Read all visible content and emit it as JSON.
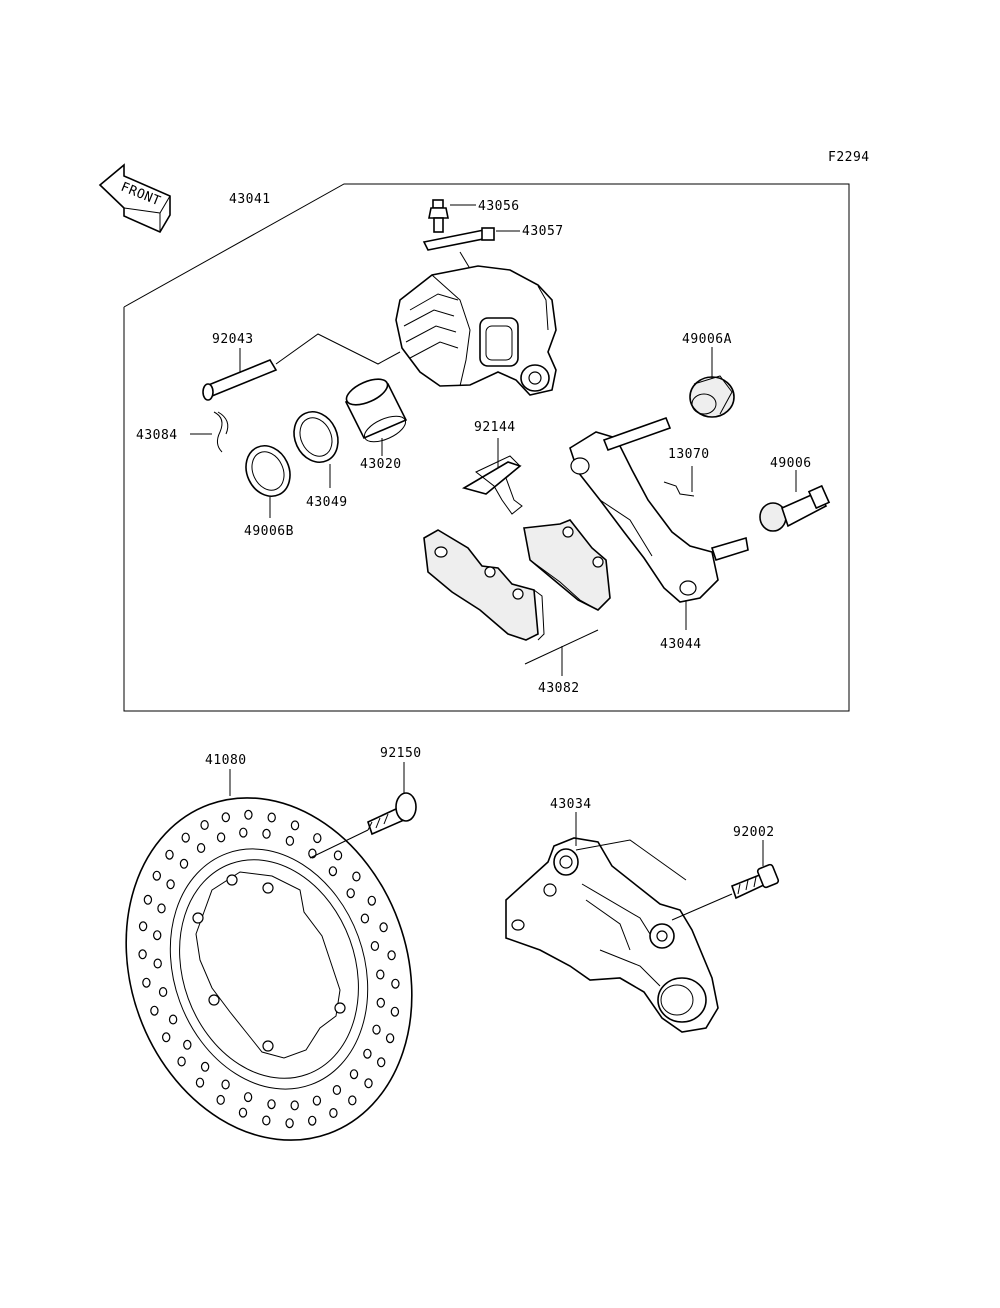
{
  "figure_code": "F2294",
  "front_label": "FRONT",
  "labels": {
    "p43041": "43041",
    "p43056": "43056",
    "p43057": "43057",
    "p92043": "92043",
    "p49006A": "49006A",
    "p43084": "43084",
    "p92144": "92144",
    "p13070": "13070",
    "p49006": "49006",
    "p43020": "43020",
    "p43049": "43049",
    "p49006B": "49006B",
    "p43044": "43044",
    "p43082": "43082",
    "p41080": "41080",
    "p92150": "92150",
    "p43034": "43034",
    "p92002": "92002"
  }
}
